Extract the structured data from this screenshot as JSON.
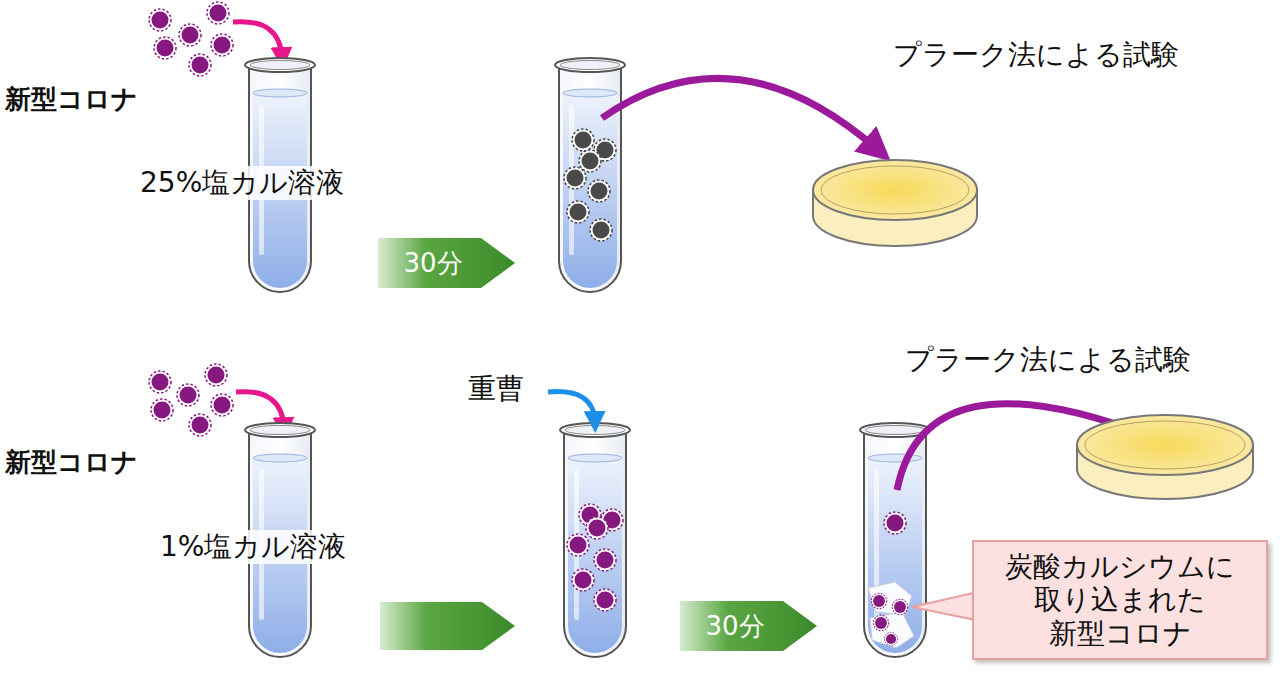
{
  "diagram": {
    "nodes": [
      {
        "text": [
          "30分"
        ]
      },
      {
        "text": [
          "30分"
        ]
      },
      {
        "text": [
          "炭酸カルシウムに 取り込まれた 新型コロナ"
        ]
      }
    ],
    "labels": [
      "新型コロナ",
      "25%塩カル溶液",
      "プラーク法による試験",
      "新型コロナ",
      "1%塩カル溶液",
      "重曹",
      "プラーク法による試験"
    ]
  }
}
